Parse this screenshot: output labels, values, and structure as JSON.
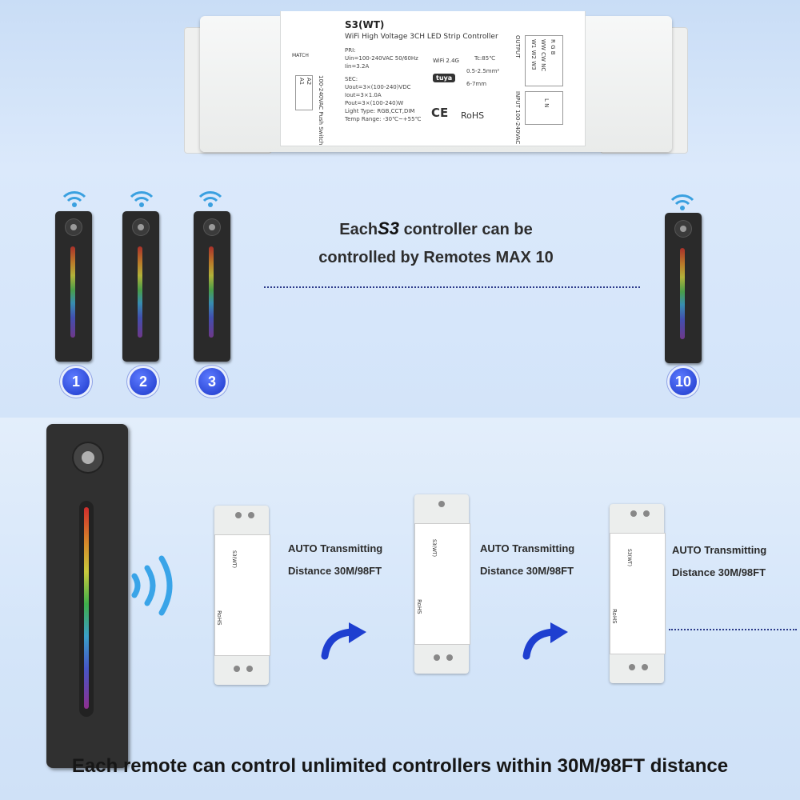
{
  "controller": {
    "model": "S3(WT)",
    "subtitle": "WiFi High Voltage 3CH LED Strip Controller",
    "match_label": "MATCH",
    "push_switch": "100-240VAC Push Switch",
    "push_terms": [
      "A2",
      "A1"
    ],
    "pri": [
      "PRI:",
      "Uin=100-240VAC  50/60Hz",
      "Iin=3.2A"
    ],
    "sec": [
      "SEC:",
      "Uout=3×(100-240)VDC",
      "Iout=3×1.0A",
      "Pout=3×(100-240)W",
      "Light Type: RGB,CCT,DIM",
      "Temp Range: -30℃~+55℃"
    ],
    "wifi_band": "WiFi 2.4G",
    "tc": "Tc:85℃",
    "wire": [
      "0.5-2.5mm²",
      "6-7mm"
    ],
    "tuya": "tuya",
    "ce": "CE",
    "rohs": "RoHS",
    "output_label": "OUTPUT",
    "output_cols": [
      "W1 W2 W3",
      "WW CW NC",
      "R G B"
    ],
    "input_label": "INPUT 100-240VAC",
    "input_terms": "L N"
  },
  "headline": {
    "prefix": "Each",
    "brand": "S3",
    "line1_suffix": "controller can be",
    "line2": "controlled by Remotes MAX 10"
  },
  "remotes": [
    {
      "number": "1"
    },
    {
      "number": "2"
    },
    {
      "number": "3"
    },
    {
      "number": "10"
    }
  ],
  "relay": {
    "line1": "AUTO Transmitting",
    "line2": "Distance 30M/98FT"
  },
  "small_controller_model": "S3(WT)",
  "footer": "Each remote can control unlimited controllers within 30M/98FT distance",
  "colors": {
    "accent_blue": "#1b36c9",
    "dots": "#2c3a8a",
    "remote": "#2a2a2a"
  }
}
